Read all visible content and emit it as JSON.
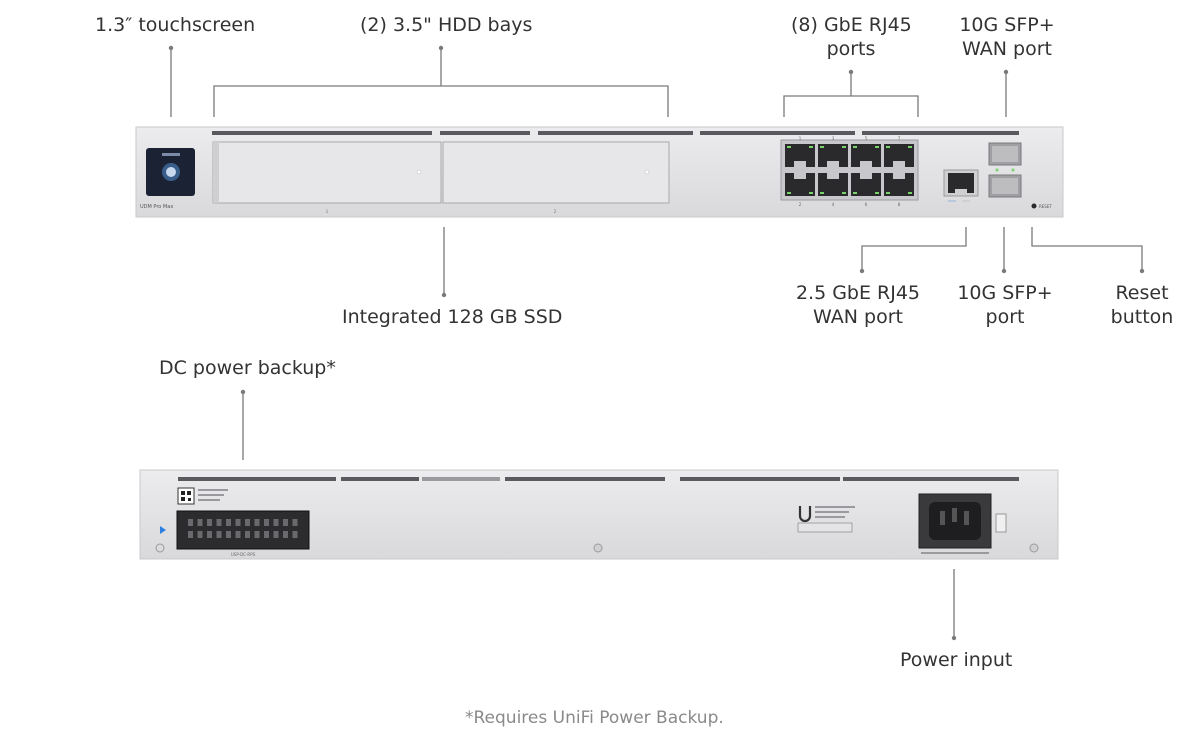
{
  "labels": {
    "touchscreen": "1.3″ touchscreen",
    "hdd_bays": "(2) 3.5\" HDD bays",
    "gbe_ports": [
      "(8) GbE RJ45",
      "ports"
    ],
    "sfp_wan": [
      "10G SFP+",
      "WAN port"
    ],
    "ssd": "Integrated 128 GB SSD",
    "rj45_wan": [
      "2.5 GbE RJ45",
      "WAN port"
    ],
    "sfp_port": [
      "10G SFP+",
      "port"
    ],
    "reset": [
      "Reset",
      "button"
    ],
    "dc_power": "DC power backup*",
    "power_input": "Power input"
  },
  "footnote": "*Requires UniFi Power Backup.",
  "device": {
    "model_text": "UDM Pro Max",
    "bay_numbers": [
      "1",
      "2"
    ],
    "port_numbers_top": [
      "1",
      "3",
      "5",
      "7"
    ],
    "port_numbers_bottom": [
      "2",
      "4",
      "6",
      "8"
    ],
    "reset_text": "RESET",
    "dc_connector_text": "USP-DC-RPS"
  },
  "colors": {
    "chassis": "#e4e4e6",
    "chassis_edge": "#c9c9cc",
    "callout": "#7a7a7a",
    "screen": "#1b2233",
    "port_led": "#7ad36a"
  }
}
